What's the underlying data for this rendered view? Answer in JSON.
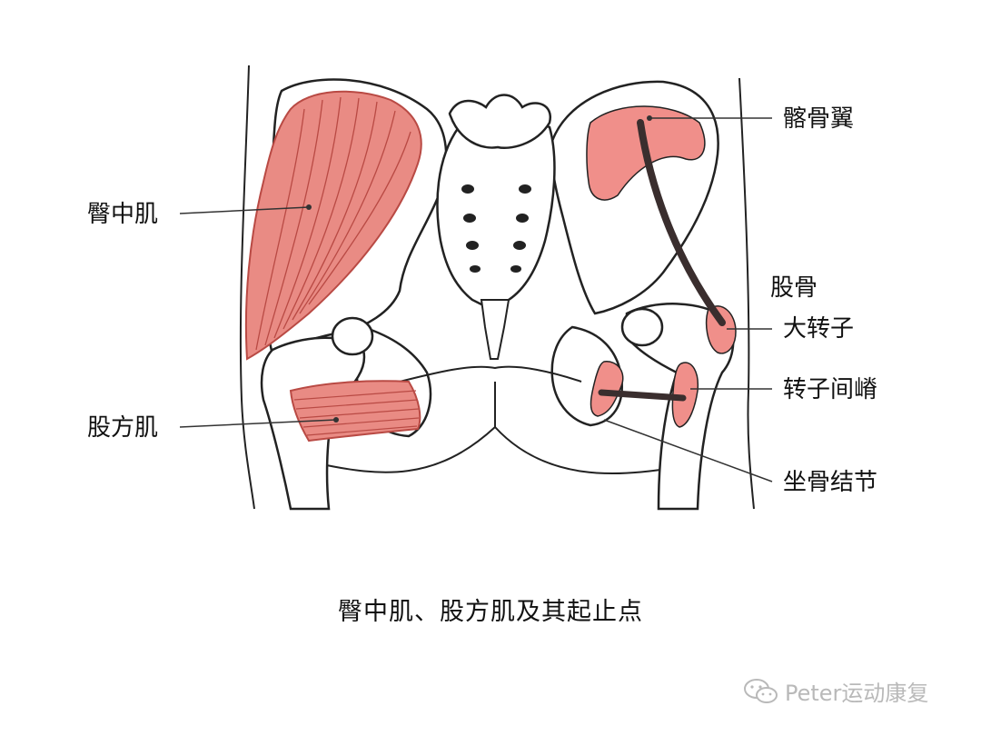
{
  "labels": {
    "gluteus_medius": "臀中肌",
    "quadratus_femoris": "股方肌",
    "iliac_wing": "髂骨翼",
    "femur": "股骨",
    "greater_trochanter": "大转子",
    "intertrochanteric_crest": "转子间嵴",
    "ischial_tuberosity": "坐骨结节"
  },
  "caption": "臀中肌、股方肌及其起止点",
  "watermark": {
    "text": "Peter运动康复",
    "icon": "wechat-icon"
  },
  "colors": {
    "muscle": "#e98b84",
    "muscle_dark": "#b94a44",
    "attachment": "#f08f8a",
    "bone_outline": "#222222",
    "leader": "#333333",
    "watermark": "#b9b9b9"
  }
}
